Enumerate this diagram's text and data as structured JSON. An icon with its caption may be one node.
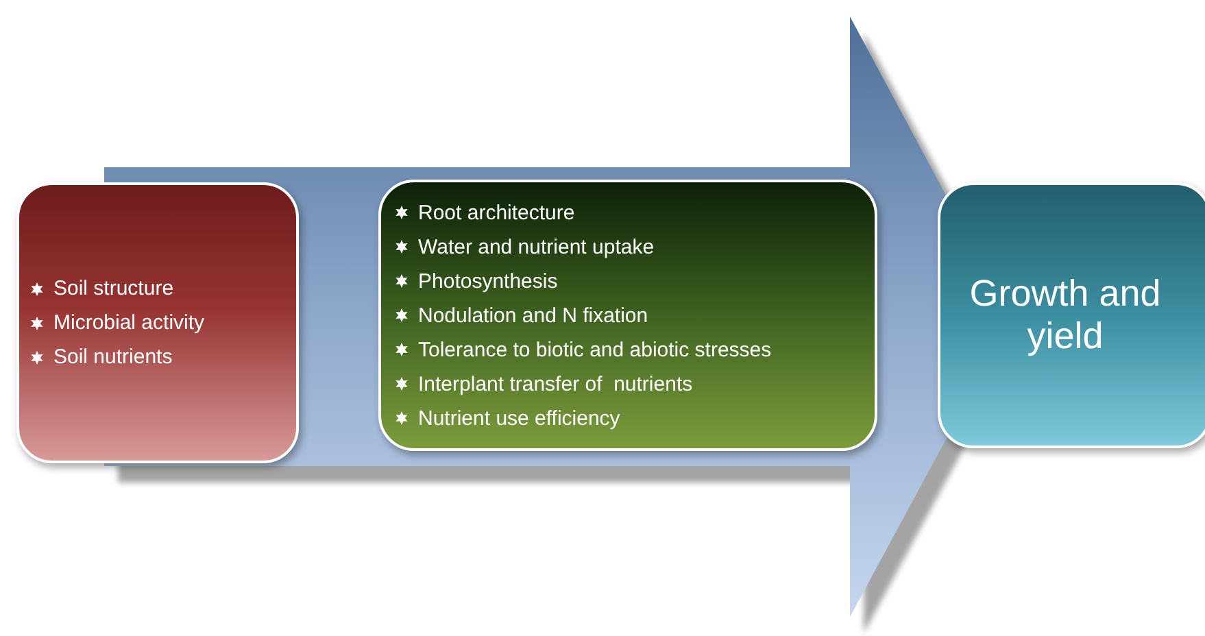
{
  "diagram": {
    "nodes": [
      {
        "text": [
          "Soil structure",
          "Microbial activity",
          "Soil nutrients"
        ]
      },
      {
        "text": [
          "Root architecture",
          "Water and nutrient uptake",
          "Photosynthesis",
          "Nodulation and N fixation",
          "Tolerance to biotic and abiotic stresses",
          "Interplant transfer of  nutrients",
          "Nutrient use efficiency"
        ]
      },
      {
        "text": [
          "Growth and yield"
        ]
      }
    ],
    "edges": [
      {
        "from": 0,
        "to": 2,
        "arrow": "to",
        "style": "thick"
      }
    ]
  }
}
